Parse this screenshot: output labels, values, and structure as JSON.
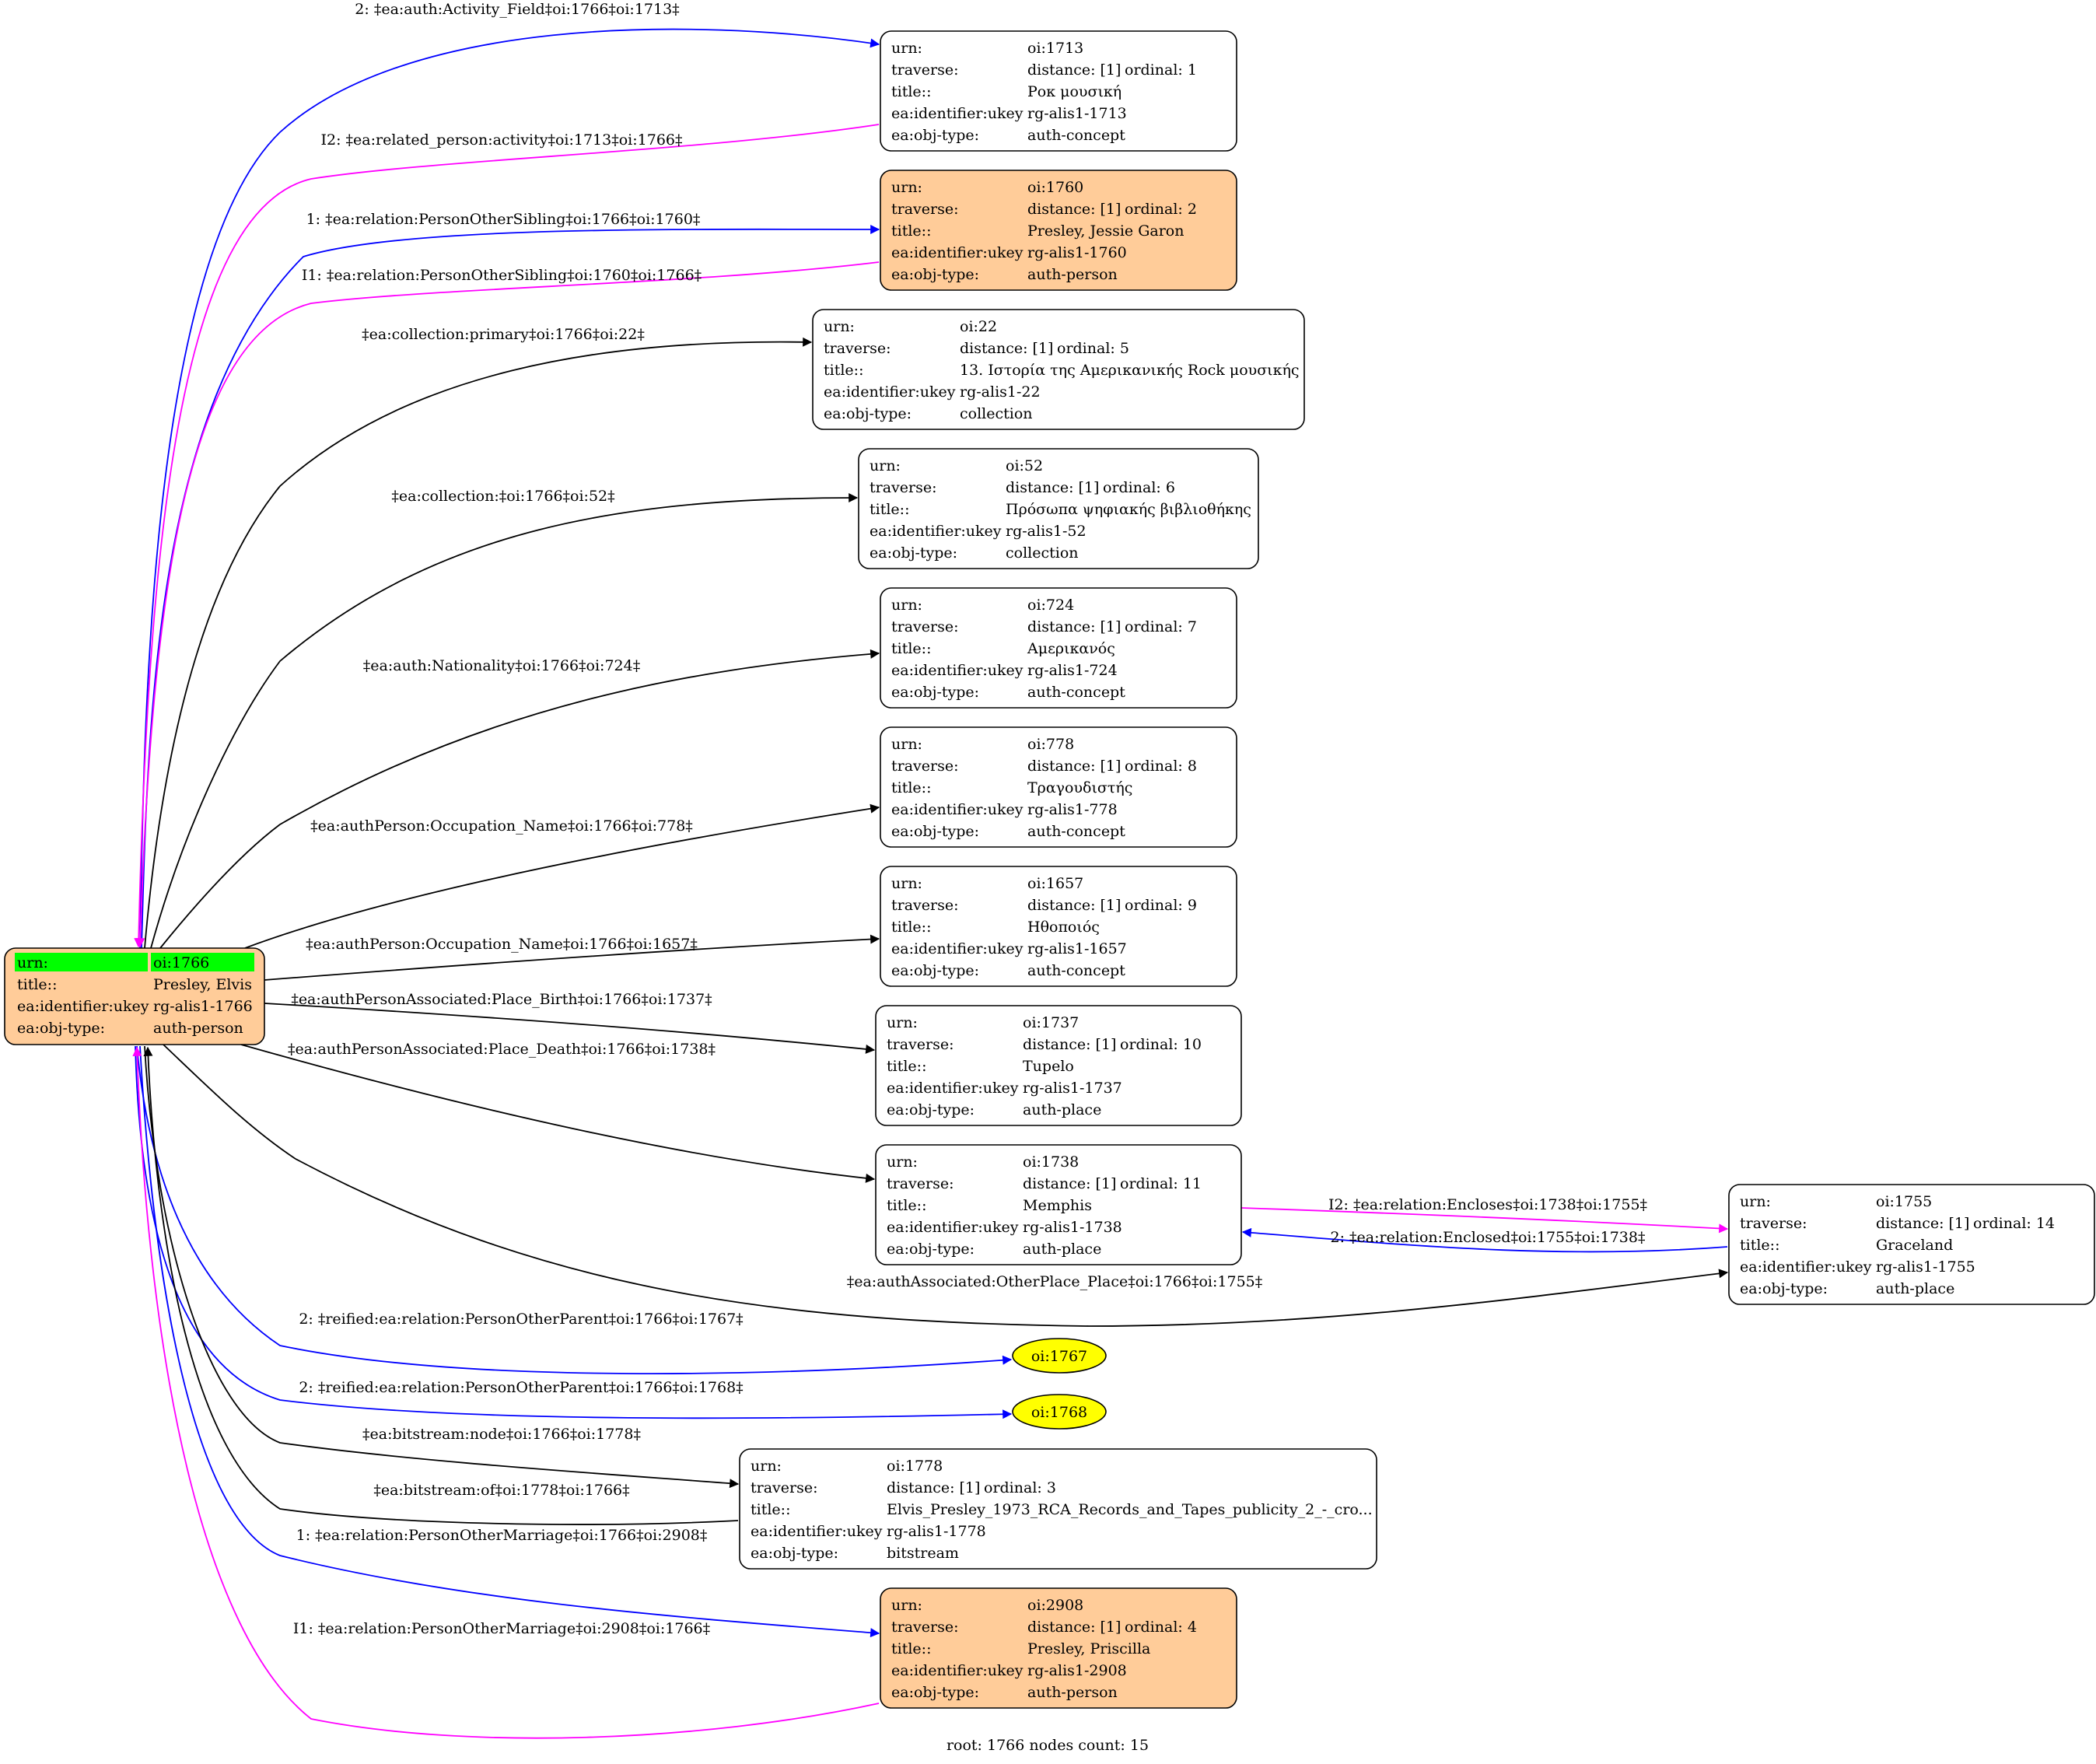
{
  "colors": {
    "black": "#000000",
    "blue": "#0000ff",
    "magenta": "#ff00ff",
    "node_plain": "#ffffff",
    "node_person": "#ffcc99",
    "root_highlight": "#00ff00",
    "ellipse": "#ffff00"
  },
  "footer": "root: 1766 nodes count: 15",
  "root": {
    "id": "n1766",
    "rows": [
      [
        "urn:",
        "oi:1766"
      ],
      [
        "title::",
        "Presley, Elvis"
      ],
      [
        "ea:identifier:ukey",
        "rg-alis1-1766"
      ],
      [
        "ea:obj-type:",
        "auth-person"
      ]
    ]
  },
  "nodes": [
    {
      "id": "n1713",
      "fill": "plain",
      "urn": "oi:1713",
      "distance": "distance: [1]",
      "ordinal": "ordinal: 1",
      "title": "Ροκ μουσική",
      "ukey": "rg-alis1-1713",
      "type": "auth-concept"
    },
    {
      "id": "n1760",
      "fill": "person",
      "urn": "oi:1760",
      "distance": "distance: [1]",
      "ordinal": "ordinal: 2",
      "title": "Presley, Jessie Garon",
      "ukey": "rg-alis1-1760",
      "type": "auth-person"
    },
    {
      "id": "n22",
      "fill": "plain",
      "urn": "oi:22",
      "distance": "distance: [1]",
      "ordinal": "ordinal: 5",
      "title": "13. Ιστορία της Αμερικανικής Rock μουσικής",
      "ukey": "rg-alis1-22",
      "type": "collection"
    },
    {
      "id": "n52",
      "fill": "plain",
      "urn": "oi:52",
      "distance": "distance: [1]",
      "ordinal": "ordinal: 6",
      "title": "Πρόσωπα ψηφιακής βιβλιοθήκης",
      "ukey": "rg-alis1-52",
      "type": "collection"
    },
    {
      "id": "n724",
      "fill": "plain",
      "urn": "oi:724",
      "distance": "distance: [1]",
      "ordinal": "ordinal: 7",
      "title": "Αμερικανός",
      "ukey": "rg-alis1-724",
      "type": "auth-concept"
    },
    {
      "id": "n778",
      "fill": "plain",
      "urn": "oi:778",
      "distance": "distance: [1]",
      "ordinal": "ordinal: 8",
      "title": "Τραγουδιστής",
      "ukey": "rg-alis1-778",
      "type": "auth-concept"
    },
    {
      "id": "n1657",
      "fill": "plain",
      "urn": "oi:1657",
      "distance": "distance: [1]",
      "ordinal": "ordinal: 9",
      "title": "Ηθοποιός",
      "ukey": "rg-alis1-1657",
      "type": "auth-concept"
    },
    {
      "id": "n1737",
      "fill": "plain",
      "urn": "oi:1737",
      "distance": "distance: [1]",
      "ordinal": "ordinal: 10",
      "title": "Tupelo",
      "ukey": "rg-alis1-1737",
      "type": "auth-place"
    },
    {
      "id": "n1738",
      "fill": "plain",
      "urn": "oi:1738",
      "distance": "distance: [1]",
      "ordinal": "ordinal: 11",
      "title": "Memphis",
      "ukey": "rg-alis1-1738",
      "type": "auth-place"
    },
    {
      "id": "n1755",
      "fill": "plain",
      "urn": "oi:1755",
      "distance": "distance: [1]",
      "ordinal": "ordinal: 14",
      "title": "Graceland",
      "ukey": "rg-alis1-1755",
      "type": "auth-place"
    },
    {
      "id": "n1778",
      "fill": "plain",
      "urn": "oi:1778",
      "distance": "distance: [1]",
      "ordinal": "ordinal: 3",
      "title": "Elvis_Presley_1973_RCA_Records_and_Tapes_publicity_2_-_cro...",
      "ukey": "rg-alis1-1778",
      "type": "bitstream"
    },
    {
      "id": "n2908",
      "fill": "person",
      "urn": "oi:2908",
      "distance": "distance: [1]",
      "ordinal": "ordinal: 4",
      "title": "Presley, Priscilla",
      "ukey": "rg-alis1-2908",
      "type": "auth-person"
    }
  ],
  "row_labels": {
    "urn": "urn:",
    "traverse": "traverse:",
    "title": "title::",
    "ukey": "ea:identifier:ukey",
    "type": "ea:obj-type:"
  },
  "ellipses": [
    {
      "id": "e1767",
      "label": "oi:1767"
    },
    {
      "id": "e1768",
      "label": "oi:1768"
    }
  ],
  "edges": [
    {
      "id": "ed1",
      "color": "blue",
      "label": "2: ‡ea:auth:Activity_Field‡oi:1766‡oi:1713‡"
    },
    {
      "id": "ed2",
      "color": "magenta",
      "label": "I2: ‡ea:related_person:activity‡oi:1713‡oi:1766‡"
    },
    {
      "id": "ed3",
      "color": "blue",
      "label": "1: ‡ea:relation:PersonOtherSibling‡oi:1766‡oi:1760‡"
    },
    {
      "id": "ed4",
      "color": "magenta",
      "label": "I1: ‡ea:relation:PersonOtherSibling‡oi:1760‡oi:1766‡"
    },
    {
      "id": "ed5",
      "color": "black",
      "label": "‡ea:collection:primary‡oi:1766‡oi:22‡"
    },
    {
      "id": "ed6",
      "color": "black",
      "label": "‡ea:collection:‡oi:1766‡oi:52‡"
    },
    {
      "id": "ed7",
      "color": "black",
      "label": "‡ea:auth:Nationality‡oi:1766‡oi:724‡"
    },
    {
      "id": "ed8",
      "color": "black",
      "label": "‡ea:authPerson:Occupation_Name‡oi:1766‡oi:778‡"
    },
    {
      "id": "ed9",
      "color": "black",
      "label": "‡ea:authPerson:Occupation_Name‡oi:1766‡oi:1657‡"
    },
    {
      "id": "ed10",
      "color": "black",
      "label": "‡ea:authPersonAssociated:Place_Birth‡oi:1766‡oi:1737‡"
    },
    {
      "id": "ed11",
      "color": "black",
      "label": "‡ea:authPersonAssociated:Place_Death‡oi:1766‡oi:1738‡"
    },
    {
      "id": "ed12",
      "color": "magenta",
      "label": "I2: ‡ea:relation:Encloses‡oi:1738‡oi:1755‡"
    },
    {
      "id": "ed13",
      "color": "blue",
      "label": "2: ‡ea:relation:Enclosed‡oi:1755‡oi:1738‡"
    },
    {
      "id": "ed14",
      "color": "black",
      "label": "‡ea:authAssociated:OtherPlace_Place‡oi:1766‡oi:1755‡"
    },
    {
      "id": "ed15",
      "color": "blue",
      "label": "2: ‡reified:ea:relation:PersonOtherParent‡oi:1766‡oi:1767‡"
    },
    {
      "id": "ed16",
      "color": "blue",
      "label": "2: ‡reified:ea:relation:PersonOtherParent‡oi:1766‡oi:1768‡"
    },
    {
      "id": "ed17",
      "color": "black",
      "label": "‡ea:bitstream:node‡oi:1766‡oi:1778‡"
    },
    {
      "id": "ed18",
      "color": "black",
      "label": "‡ea:bitstream:of‡oi:1778‡oi:1766‡"
    },
    {
      "id": "ed19",
      "color": "blue",
      "label": "1: ‡ea:relation:PersonOtherMarriage‡oi:1766‡oi:2908‡"
    },
    {
      "id": "ed20",
      "color": "magenta",
      "label": "I1: ‡ea:relation:PersonOtherMarriage‡oi:2908‡oi:1766‡"
    }
  ]
}
